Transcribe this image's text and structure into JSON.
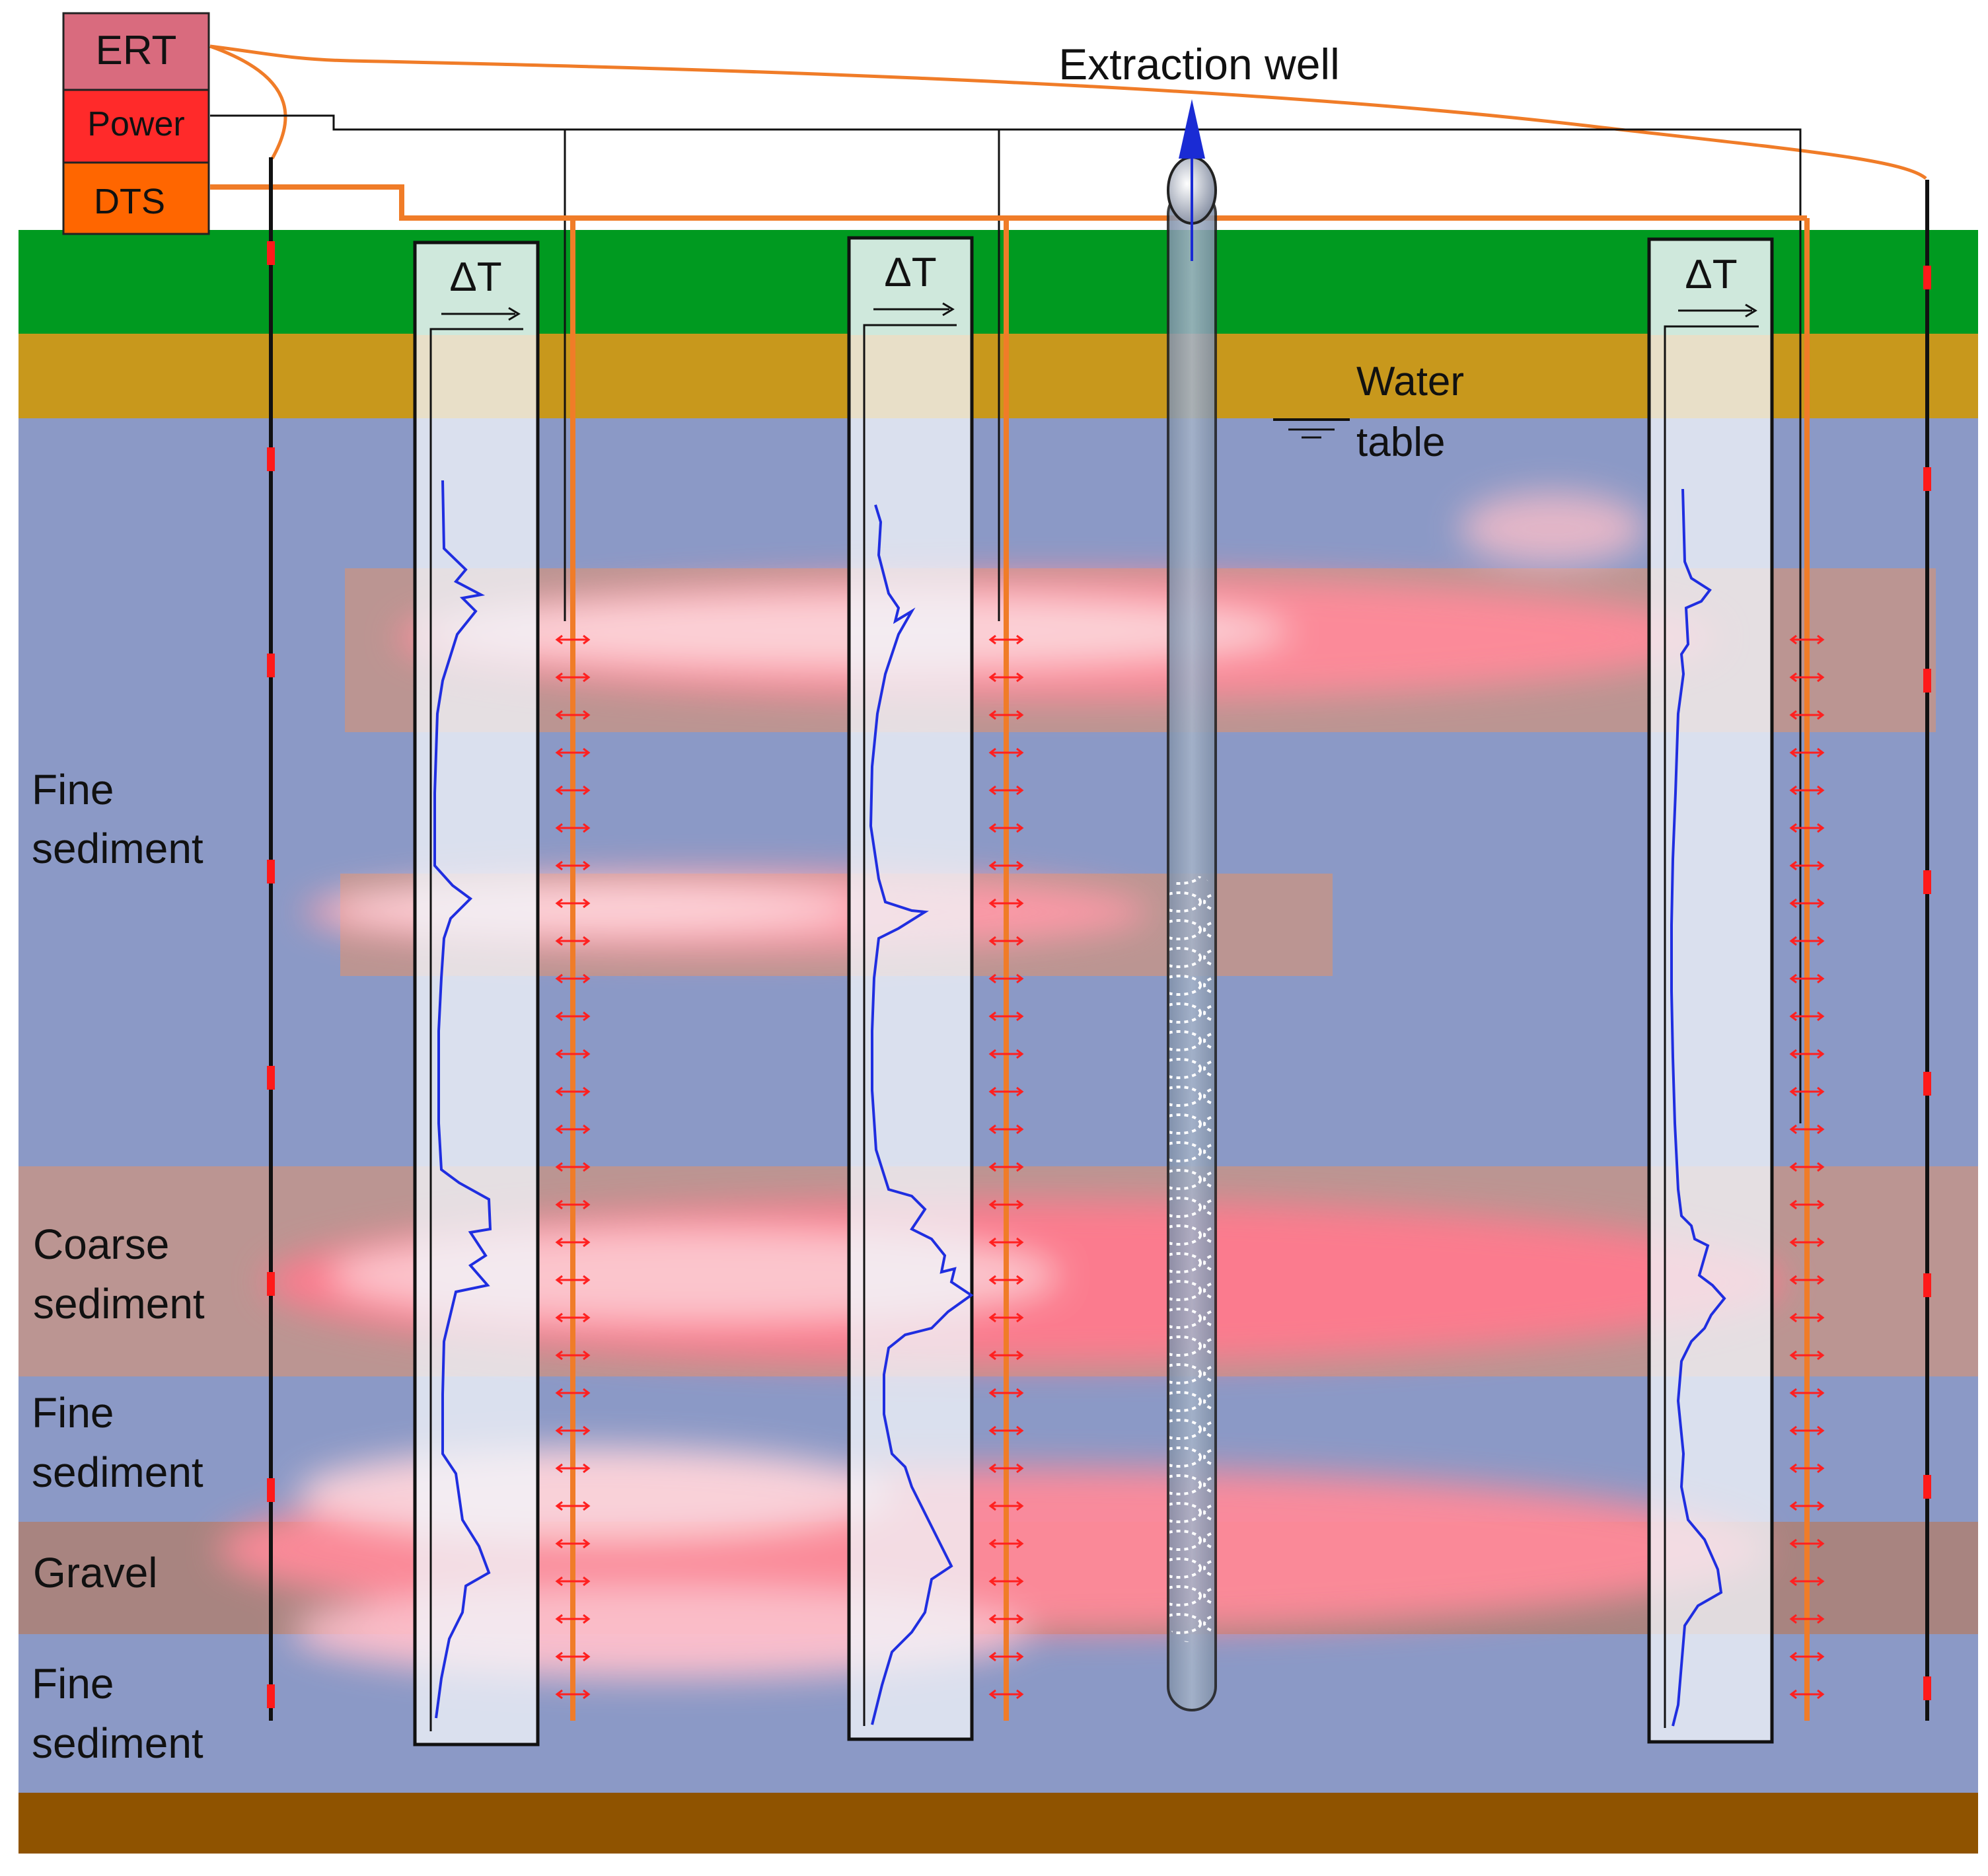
{
  "controls": {
    "ert": "ERT",
    "power": "Power",
    "dts": "DTS"
  },
  "well": {
    "label": "Extraction well"
  },
  "water_table": {
    "line1": "Water",
    "line2": "table"
  },
  "layers": {
    "fine1": {
      "line1": "Fine",
      "line2": "sediment"
    },
    "coarse": {
      "line1": "Coarse",
      "line2": "sediment"
    },
    "fine2": {
      "line1": "Fine",
      "line2": "sediment"
    },
    "gravel": {
      "line1": "Gravel"
    },
    "fine3": {
      "line1": "Fine",
      "line2": "sediment"
    }
  },
  "delta_t_label": "ΔT",
  "colors": {
    "topsoil": "#009a20",
    "vadose": "#c8981c",
    "fine_sediment": "#8b99c6",
    "coarse_sediment": "#bb9592",
    "gravel": "#a88480",
    "bedrock": "#8f5300",
    "plume": "#ff8a9a",
    "dts_cable": "#f07c28",
    "profile_line": "#1f2ee0",
    "ert_box": "#d96b7e",
    "power_box": "#ff2a2a",
    "dts_box": "#ff6600"
  },
  "icons": {
    "flow_arrow": "arrow-up-icon",
    "water_table_symbol": "water-table-icon"
  }
}
